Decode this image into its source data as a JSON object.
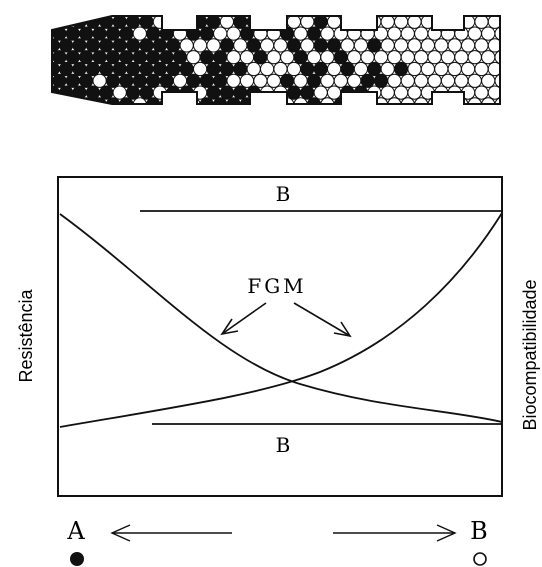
{
  "diagram": {
    "material_bar": {
      "description_icon": "implant-gradient-bar",
      "sections": 6
    },
    "graph": {
      "label_top_B": "B",
      "label_bottom_B": "B",
      "label_fgm": "FGM",
      "y_left": "Resistência",
      "y_right": "Biocompatibilidade"
    },
    "axis": {
      "left_letter": "A",
      "right_letter": "B",
      "left_symbol": "filled-circle-icon",
      "right_symbol": "open-circle-icon"
    }
  },
  "colors": {
    "ink": "#111111",
    "background": "#ffffff"
  }
}
